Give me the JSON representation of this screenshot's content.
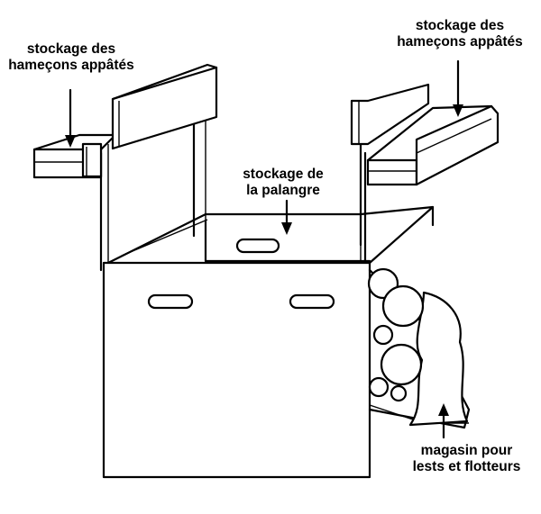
{
  "labels": {
    "left_bait": [
      "stockage des",
      "hameçons appâtés"
    ],
    "right_bait": [
      "stockage des",
      "hameçons appâtés"
    ],
    "center": [
      "stockage de",
      "la palangre"
    ],
    "magazine": [
      "magasin pour",
      "lests et flotteurs"
    ]
  },
  "icons": [
    "arrow-down-icon",
    "arrow-up-icon"
  ]
}
